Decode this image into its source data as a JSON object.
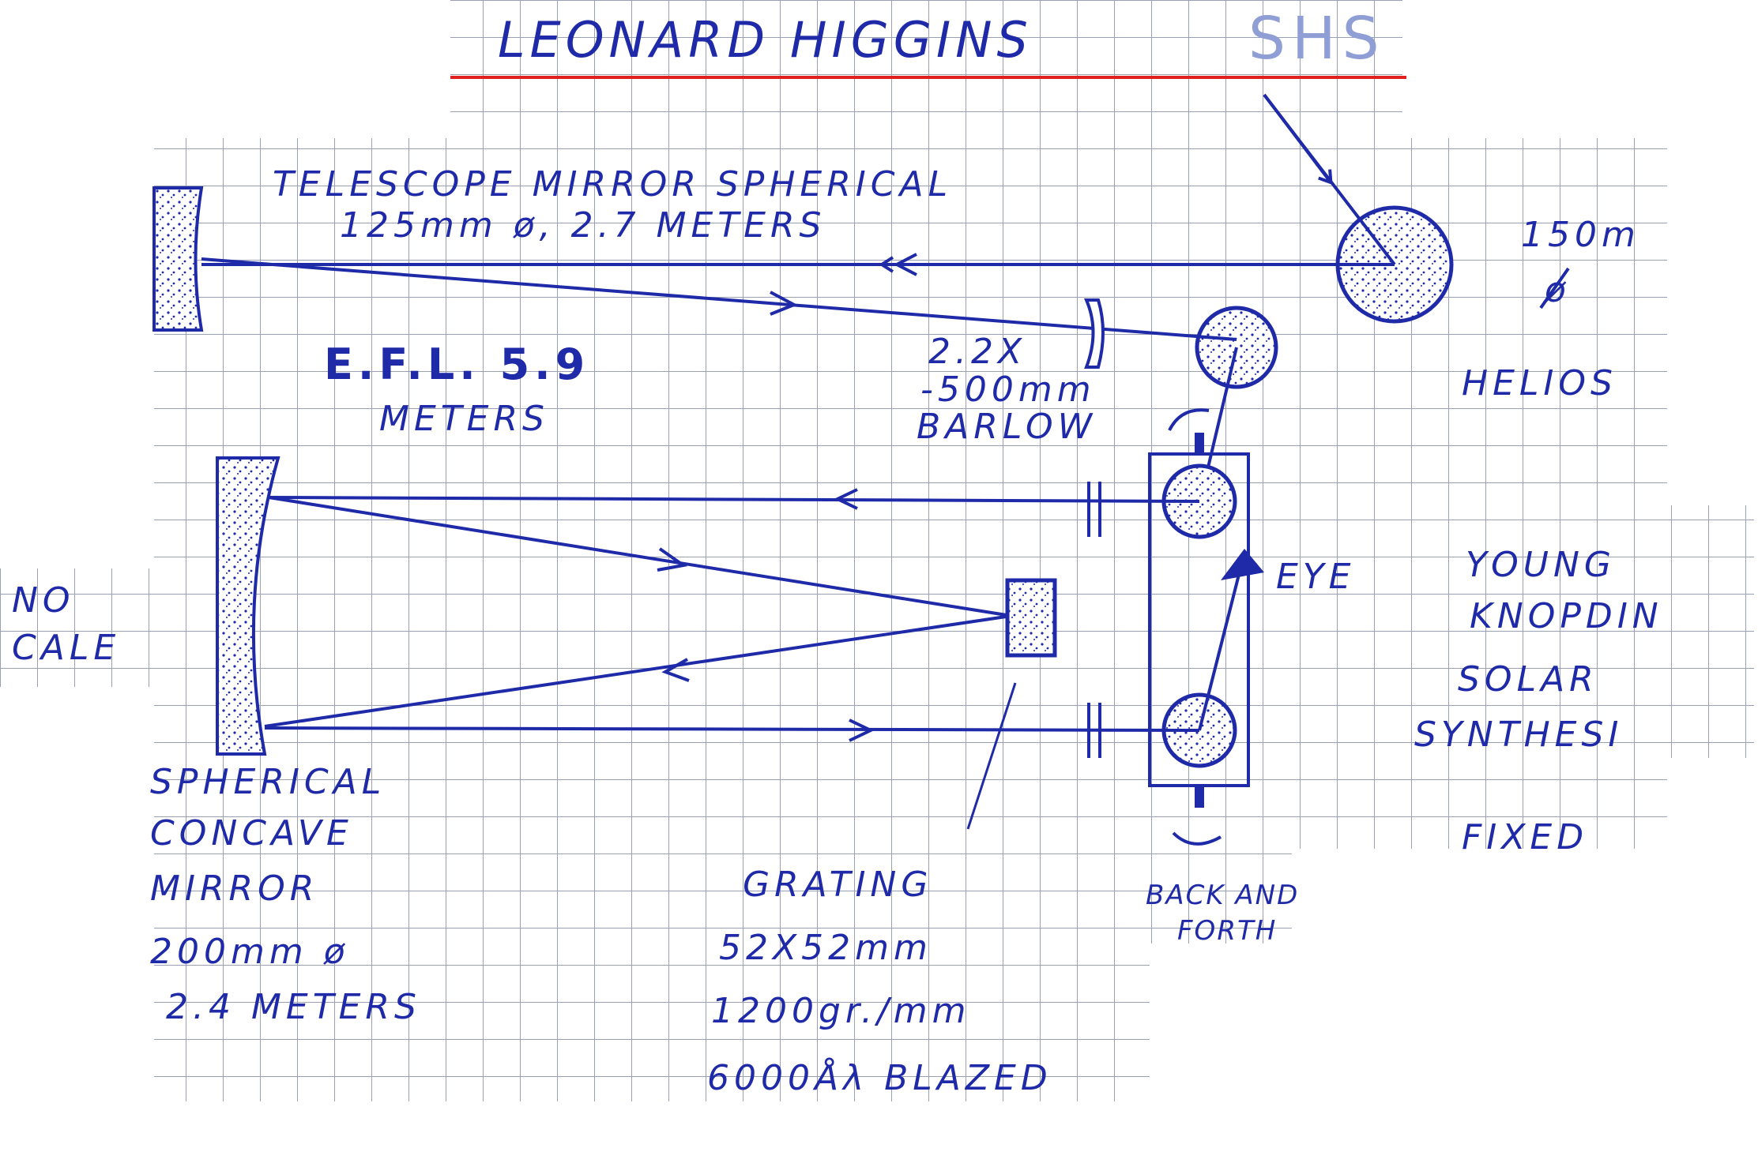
{
  "title": "LEONARD HIGGINS",
  "title_tag": "SHS",
  "labels": {
    "telescope_mirror": "TELESCOPE MIRROR  SPHERICAL",
    "telescope_spec": "125mm ø, 2.7 METERS",
    "heliostat_size": "150m",
    "heliostat_phi": "ø",
    "heliostat": "HELIOS",
    "efl": "E.F.L. 5.9",
    "efl_units": "METERS",
    "barlow_mag": "2.2X",
    "barlow_focal": "-500mm",
    "barlow": "BARLOW",
    "eye": "EYE",
    "no_scale_1": "NO",
    "no_scale_2": "CALE",
    "young_1": "YOUNG",
    "young_2": "KNOPDIN",
    "young_3": "SOLAR",
    "young_4": "SYNTHESI",
    "fixed": "FIXED",
    "mirror_1": "SPHERICAL",
    "mirror_2": "CONCAVE",
    "mirror_3": "MIRROR",
    "mirror_4": "200mm ø",
    "mirror_5": "2.4 METERS",
    "grating_1": "GRATING",
    "grating_2": "52X52mm",
    "grating_3": "1200gr./mm",
    "grating_4": "6000Åλ BLAZED",
    "back_forth_1": "BACK AND",
    "back_forth_2": "FORTH"
  },
  "colors": {
    "ink": "#1f2aa8",
    "grid": "#9aa0b4",
    "title_underline": "#e0201f",
    "tag_ink": "#8f9fd6"
  }
}
